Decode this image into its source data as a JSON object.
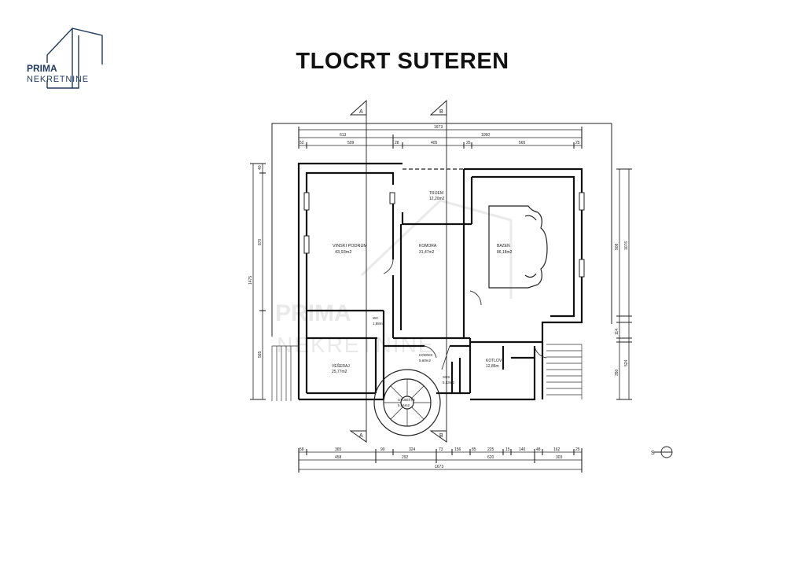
{
  "brand": {
    "line1": "PRIMA",
    "line2": "NEKRETNINE",
    "color": "#1f3a5c"
  },
  "page": {
    "title": "TLOCRT SUTEREN"
  },
  "watermark": {
    "line1": "PRIMA",
    "line2": "NEKRETNINE"
  },
  "sections": {
    "a": "A",
    "b": "B"
  },
  "north_label": "S",
  "rooms": [
    {
      "name": "VINSKI PODRUM",
      "area": "43,93m2"
    },
    {
      "name": "TRIJEM",
      "area": "12,20m2"
    },
    {
      "name": "KOMORA",
      "area": "31,47m2"
    },
    {
      "name": "BAZEN",
      "area": "86,18m2"
    },
    {
      "name": "WC",
      "area": "1,88m2"
    },
    {
      "name": "VEŠERAJ",
      "area": "25,77m2"
    },
    {
      "name": "HODNIK",
      "area": "5,60m2"
    },
    {
      "name": "SUS",
      "area": "5,33m2"
    },
    {
      "name": "KOTLOV",
      "area": "12,86m"
    },
    {
      "name": "STUBIŠTE",
      "area": "5,54m2"
    }
  ],
  "dimensions": {
    "top_total": "1673",
    "top_parts": [
      "613",
      "1060"
    ],
    "top_segments": [
      "52",
      "509",
      "28",
      "405",
      "25",
      "565",
      "25"
    ],
    "bottom_segments": [
      "58",
      "365",
      "90",
      "324",
      "73",
      "156",
      "85",
      "225",
      "15",
      "140",
      "48",
      "162",
      "25"
    ],
    "bottom_parts": [
      "458",
      "292",
      "620",
      "303"
    ],
    "bottom_total": "1673",
    "left_segments": [
      "40",
      "870",
      "565"
    ],
    "left_total": "1475",
    "right_segments": [
      "908",
      "1076",
      "114",
      "350",
      "524"
    ]
  }
}
